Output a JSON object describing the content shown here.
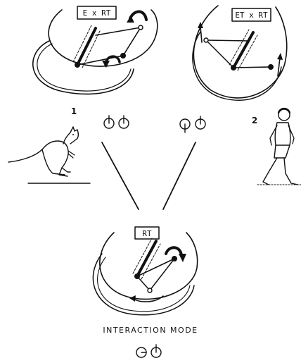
{
  "panels": {
    "top_left": {
      "label": "E x RT",
      "number": "1",
      "symbol": "∅∅"
    },
    "top_right": {
      "label": "ET x RT",
      "number": "2",
      "symbol": "∅∅"
    },
    "bottom": {
      "label": "RT"
    }
  },
  "caption": {
    "title": "INTERACTION MODE",
    "symbol": "∅∅"
  },
  "colors": {
    "ink": "#111111",
    "background": "#ffffff"
  }
}
